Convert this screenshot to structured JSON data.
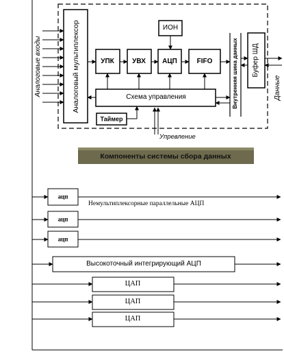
{
  "top_diagram": {
    "inputs_label": "Аналоговые входы",
    "mux_label": "Аналоговый мультиплексор",
    "upk": "УПК",
    "uvh": "УВХ",
    "adc": "АЦП",
    "fifo": "FIFO",
    "ion": "ИОН",
    "control": "Схема управления",
    "timer": "Таймер",
    "internal_bus": "Внутренняя шина данных",
    "buffer": "Буфер ШД",
    "data_label": "Данные",
    "management_label": "Упревление"
  },
  "caption": "Компоненты системы сбора данных",
  "caption_bg": "#6d6a4d",
  "bottom_diagram": {
    "adc_short": "ацп",
    "nonmux_label": "Немультиплексорные параллельные АЦП",
    "integrating_adc": "Высокоточный интегрирующий  АЦП",
    "dac": "ЦАП"
  }
}
